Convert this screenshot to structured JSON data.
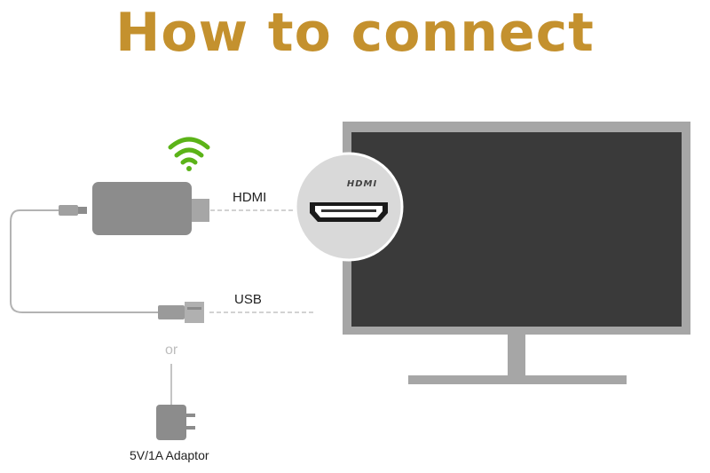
{
  "title": "How to connect",
  "labels": {
    "hdmi": "HDMI",
    "usb": "USB",
    "or": "or",
    "adaptor": "5V/1A Adaptor",
    "port": "HDMI"
  },
  "colors": {
    "title": "#c4912e",
    "wifi": "#5bb318",
    "device": "#8c8c8c",
    "tv_frame": "#a6a6a6",
    "tv_screen": "#3a3a3a",
    "cable": "#b3b3b3"
  },
  "icons": [
    "wifi-icon",
    "hdmi-port-icon",
    "usb-plug-icon",
    "micro-usb-plug-icon",
    "power-adaptor-icon"
  ]
}
